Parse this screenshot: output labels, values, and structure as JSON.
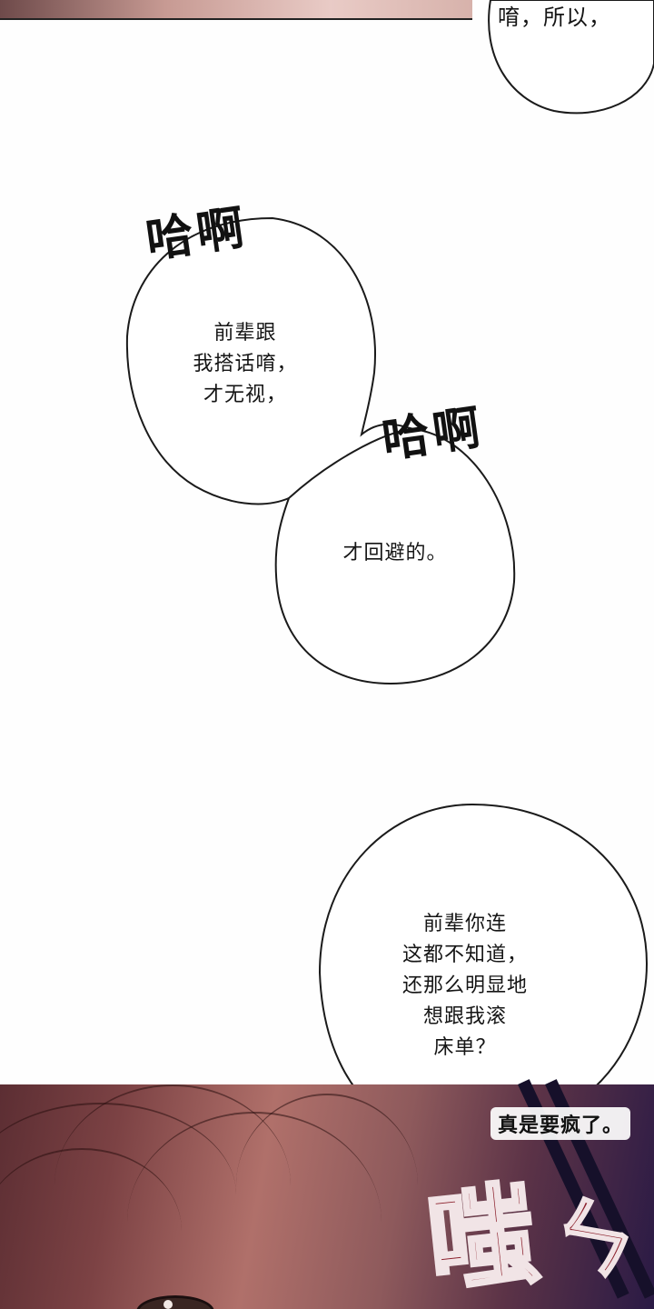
{
  "top_bubble": {
    "text": "唷，所以，"
  },
  "bubble_left": {
    "sfx": "哈啊",
    "lines": [
      "前辈跟",
      "我搭话唷，",
      "才无视，"
    ]
  },
  "bubble_right": {
    "sfx": "哈啊",
    "lines": [
      "才回避的。"
    ]
  },
  "bubble_bottom": {
    "lines": [
      "前辈你连",
      "这都不知道，",
      "还那么明显地",
      "想跟我滚",
      "床单？"
    ]
  },
  "caption": {
    "text": "真是要疯了。"
  },
  "panel_sfx": {
    "text": "嗤",
    "mark": "ㄣ"
  },
  "colors": {
    "ink": "#151515",
    "sfx_red": "#8a1e2a",
    "panel_dark": "#2a1a45"
  }
}
